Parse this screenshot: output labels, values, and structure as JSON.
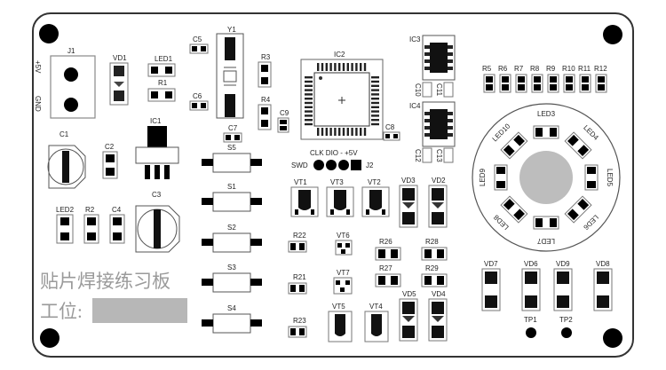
{
  "board": {
    "title": "贴片焊接练习板",
    "workstation_label": "工位:"
  },
  "connector_j1": {
    "ref": "J1",
    "pin_plus": "+5V",
    "pin_gnd": "GND"
  },
  "header_j2": {
    "ref": "J2",
    "left_label": "SWD",
    "pins_label": "CLK DIO  -  +5V"
  },
  "refs": {
    "vd1": "VD1",
    "led1": "LED1",
    "r1": "R1",
    "c5": "C5",
    "c6": "C6",
    "y1": "Y1",
    "r3": "R3",
    "r4": "R4",
    "c9": "C9",
    "c7": "C7",
    "ic2": "IC2",
    "c8": "C8",
    "ic3": "IC3",
    "ic4": "IC4",
    "c10": "C10",
    "c11": "C11",
    "c12": "C12",
    "c13": "C13",
    "ic1": "IC1",
    "c1": "C1",
    "c2": "C2",
    "c3": "C3",
    "led2": "LED2",
    "r2": "R2",
    "c4": "C4",
    "s1": "S1",
    "s2": "S2",
    "s3": "S3",
    "s4": "S4",
    "s5": "S5",
    "vt1": "VT1",
    "vt2": "VT2",
    "vt3": "VT3",
    "vt4": "VT4",
    "vt5": "VT5",
    "vt6": "VT6",
    "vt7": "VT7",
    "vd2": "VD2",
    "vd3": "VD3",
    "vd4": "VD4",
    "vd5": "VD5",
    "vd6": "VD6",
    "vd7": "VD7",
    "vd8": "VD8",
    "vd9": "VD9",
    "r21": "R21",
    "r22": "R22",
    "r23": "R23",
    "r26": "R26",
    "r27": "R27",
    "r28": "R28",
    "r29": "R29",
    "tp1": "TP1",
    "tp2": "TP2"
  },
  "resistor_row": [
    "R5",
    "R6",
    "R7",
    "R8",
    "R9",
    "R10",
    "R11",
    "R12"
  ],
  "led_ring": [
    "LED3",
    "LED4",
    "LED5",
    "LED6",
    "LED7",
    "LED8",
    "LED9",
    "LED10"
  ]
}
